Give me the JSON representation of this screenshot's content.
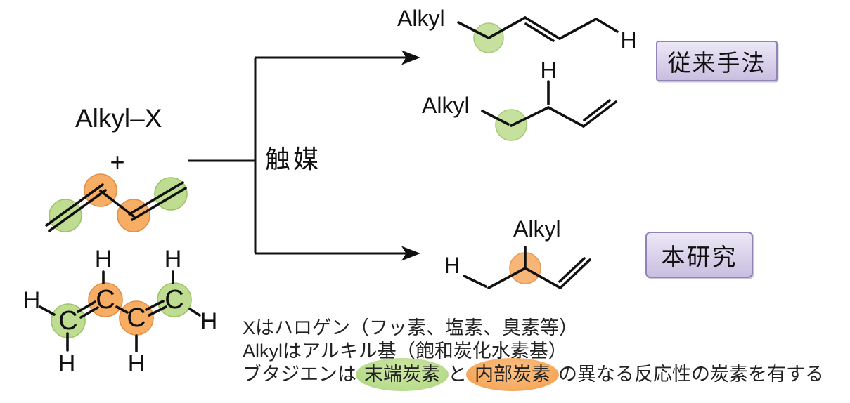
{
  "colors": {
    "terminal_green": "#bedd90",
    "terminal_green_edge": "#9dc46a",
    "internal_orange": "#f7ad64",
    "internal_orange_edge": "#e28f47",
    "box_bg_top": "#ece8f6",
    "box_bg_bottom": "#c9bee0",
    "box_border": "#9182b8",
    "hl_green": "#b9dc8d",
    "hl_orange": "#f6aa5f",
    "ink": "#111111",
    "background": "#ffffff"
  },
  "atoms": {
    "carbon": "C",
    "hydrogen": "H",
    "alkyl": "Alkyl"
  },
  "reactants": {
    "alkyl_halide": "Alkyl–X",
    "plus": "+"
  },
  "arrow": {
    "catalyst": "触媒"
  },
  "badges": {
    "conventional": "従来手法",
    "this_work": "本研究"
  },
  "notes": {
    "line1": "Xはハロゲン（フッ素、塩素、臭素等）",
    "line2": "Alkylはアルキル基（飽和炭化水素基）",
    "line3_prefix": "ブタジエンは",
    "line3_terminal": "末端炭素",
    "line3_and": "と",
    "line3_internal": "内部炭素",
    "line3_suffix": "の異なる反応性の炭素を有する"
  }
}
